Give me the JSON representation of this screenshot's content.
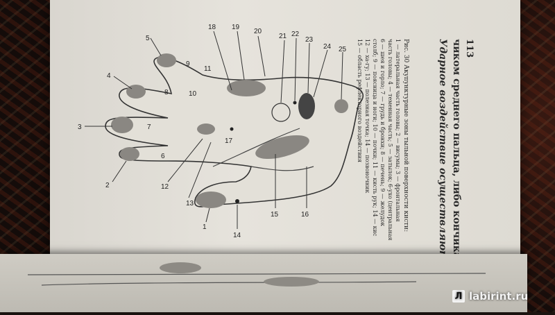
{
  "page_number": "113",
  "figure_caption": {
    "title": "Рис. 30 Акупунктурные зоны тыльной поверхности кисти:",
    "line1": "1 — латеральная часть головы; 2 — висумы; 3 — фронтальная",
    "line2": "часть головы; 4 — теменная часть; 5 — затылок; 6-ухо (центральная",
    "line3": "6 — шея и горло; 7 — грудь и бронхи; 8 — печень; 9 — желудок",
    "line4": "столб; 9 — поясница и ноги; 10 — почки; 11 — кисть рук; 14 — кис",
    "line5": "12 — ха-гу; 13 — полезная точка; 14 — позвоночник",
    "line6": "15 — область рефлекторного воздействия"
  },
  "body_text": {
    "line1": "Ударное воздействие осуществляют кон-",
    "line2": "чиком среднего пальца, либо кончиками"
  },
  "labels": [
    "1",
    "2",
    "3",
    "4",
    "5",
    "6",
    "7",
    "8",
    "9",
    "10",
    "11",
    "12",
    "13",
    "14",
    "15",
    "16",
    "17",
    "18",
    "19",
    "20",
    "21",
    "22",
    "23",
    "24",
    "25"
  ],
  "watermark": {
    "logo": "Л",
    "text": "labirint.ru"
  }
}
